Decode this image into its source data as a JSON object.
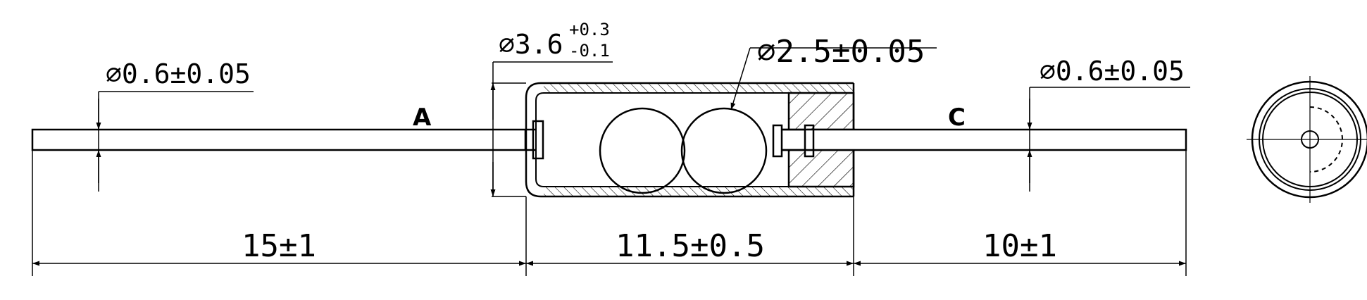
{
  "dimensions": {
    "lead_dia_left": "⌀0.6±0.05",
    "body_dia_main": "⌀3.6",
    "body_dia_tol_plus": "+0.3",
    "body_dia_tol_minus": "-0.1",
    "bead_dia": "⌀2.5±0.05",
    "lead_dia_right": "⌀0.6±0.05",
    "len_left": "15±1",
    "len_body": "11.5±0.5",
    "len_right": "10±1"
  },
  "labels": {
    "anode": "A",
    "cathode": "C"
  },
  "colors": {
    "line": "#000000",
    "background": "#ffffff"
  }
}
